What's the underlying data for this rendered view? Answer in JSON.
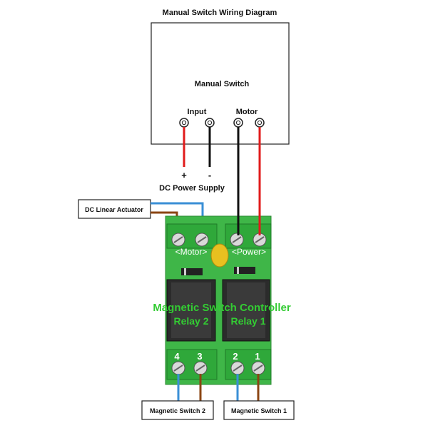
{
  "title": "Manual Switch Wiring Diagram",
  "manual_switch": {
    "label": "Manual Switch",
    "input_label": "Input",
    "motor_label": "Motor"
  },
  "power_supply": {
    "plus": "+",
    "minus": "-",
    "label": "DC Power Supply"
  },
  "actuator": {
    "label": "DC Linear Actuator"
  },
  "board": {
    "motor_terminal": "<Motor>",
    "power_terminal": "<Power>",
    "title": "Magnetic Switch Controller",
    "relay2": "Relay 2",
    "relay1": "Relay 1",
    "terminals": [
      "4",
      "3",
      "2",
      "1"
    ]
  },
  "magnetic_switch_2": {
    "label": "Magnetic Switch 2"
  },
  "magnetic_switch_1": {
    "label": "Magnetic Switch 1"
  },
  "colors": {
    "board_green": "#39b54a",
    "relay_black": "#2b2b2b",
    "wire_red": "#e11b1b",
    "wire_black": "#111111",
    "wire_blue": "#3a8fd6",
    "wire_brown": "#8b4513",
    "label_green": "#33cc33"
  }
}
